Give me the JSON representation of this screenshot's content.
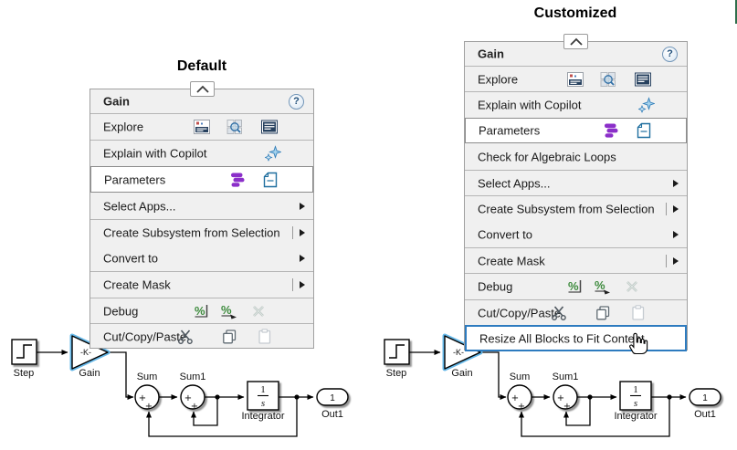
{
  "titles": {
    "default": "Default",
    "customized": "Customized"
  },
  "glyphs": {
    "help": "?",
    "percent": "%"
  },
  "colors": {
    "selection_blue": "#66b8e8",
    "hover_border_blue": "#2d7bbf",
    "parameters_purple": "#8b2fc9",
    "debug_green": "#3c8a3c",
    "doc_blue": "#1f6f9f",
    "menu_bg": "#f0f0f0"
  },
  "menu_default": {
    "header": "Gain",
    "explore": "Explore",
    "explain_with_copilot": "Explain with Copilot",
    "parameters": "Parameters",
    "select_apps": "Select Apps...",
    "create_subsystem": "Create Subsystem from Selection",
    "convert_to": "Convert to",
    "create_mask": "Create Mask",
    "debug": "Debug",
    "cut_copy_paste": "Cut/Copy/Paste"
  },
  "menu_customized": {
    "header": "Gain",
    "explore": "Explore",
    "explain_with_copilot": "Explain with Copilot",
    "parameters": "Parameters",
    "check_algebraic_loops": "Check for Algebraic Loops",
    "select_apps": "Select Apps...",
    "create_subsystem": "Create Subsystem from Selection",
    "convert_to": "Convert to",
    "create_mask": "Create Mask",
    "debug": "Debug",
    "cut_copy_paste": "Cut/Copy/Paste",
    "resize_all": "Resize All Blocks to Fit Content"
  },
  "diagram": {
    "step": "Step",
    "gain": "Gain",
    "sum": "Sum",
    "sum1": "Sum1",
    "integrator": "Integrator",
    "out1": "Out1",
    "gain_value": "-K-",
    "out_value": "1",
    "integrator_numerator": "1",
    "integrator_denominator": "s",
    "plus": "+"
  }
}
